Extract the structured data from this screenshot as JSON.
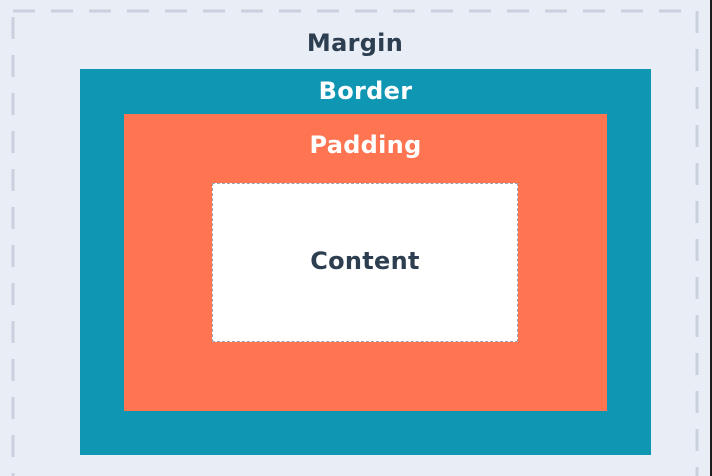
{
  "diagram": {
    "margin_label": "Margin",
    "border_label": "Border",
    "padding_label": "Padding",
    "content_label": "Content"
  },
  "colors": {
    "margin": "#e8edf6",
    "border": "#0e96b3",
    "padding": "#ff7552",
    "content": "#ffffff",
    "dark_text": "#2d3e50"
  }
}
